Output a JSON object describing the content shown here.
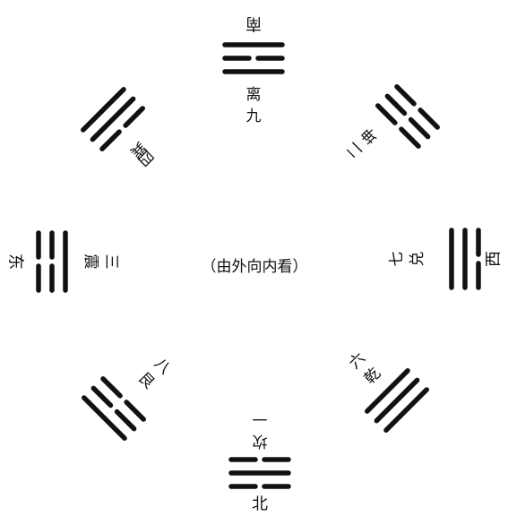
{
  "title": "",
  "center_label": "（由外向内看）",
  "ink_color": "#111111",
  "paper_color": "#ffffff",
  "trigrams": [
    {
      "id": "li",
      "direction": "南",
      "name": "离",
      "number": "九",
      "lines_outer_to_inner": [
        "solid",
        "broken",
        "solid"
      ]
    },
    {
      "id": "kun",
      "direction": "",
      "name": "坤",
      "number": "二",
      "lines_outer_to_inner": [
        "broken",
        "broken",
        "broken"
      ]
    },
    {
      "id": "dui",
      "direction": "西",
      "name": "兑",
      "number": "七",
      "lines_outer_to_inner": [
        "broken",
        "solid",
        "solid"
      ]
    },
    {
      "id": "qian",
      "direction": "",
      "name": "乾",
      "number": "六",
      "lines_outer_to_inner": [
        "solid",
        "solid",
        "solid"
      ]
    },
    {
      "id": "kan",
      "direction": "北",
      "name": "坎",
      "number": "一",
      "lines_outer_to_inner": [
        "broken",
        "solid",
        "broken"
      ]
    },
    {
      "id": "gen",
      "direction": "",
      "name": "艮",
      "number": "八",
      "lines_outer_to_inner": [
        "solid",
        "broken",
        "broken"
      ]
    },
    {
      "id": "zhen",
      "direction": "东",
      "name": "震",
      "number": "三",
      "lines_outer_to_inner": [
        "broken",
        "broken",
        "solid"
      ]
    },
    {
      "id": "xun",
      "direction": "",
      "name": "巽",
      "number": "四",
      "lines_outer_to_inner": [
        "solid",
        "solid",
        "broken"
      ]
    }
  ]
}
